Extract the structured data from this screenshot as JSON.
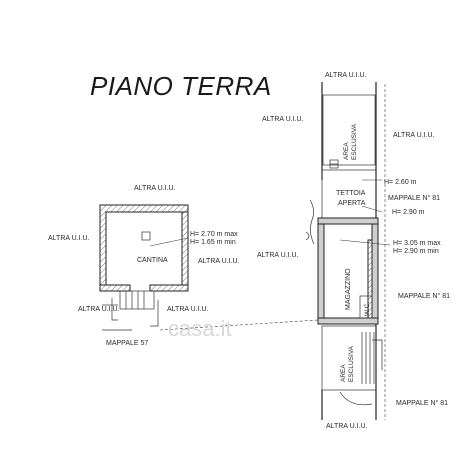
{
  "title": "PIANO TERRA",
  "labels": {
    "altra_uiu": "ALTRA U.I.U.",
    "area_esclusiva_line1": "AREA",
    "area_esclusiva_line2": "ESCLUSIVA",
    "tettoia_line1": "TETTOIA",
    "tettoia_line2": "APERTA",
    "magazzino": "MAGAZZINO",
    "wc": "W.C.",
    "cantina": "CANTINA",
    "mappale_81": "MAPPALE N° 81",
    "mappale_57": "MAPPALE 57",
    "h_tettoia_max": "H= 2.60 m",
    "h_mag_top": "H= 2.90 m",
    "h_mag_max": "H= 3.05 m max",
    "h_mag_min": "H= 2.90 m min",
    "h_cantina_max": "H= 2.70 m max",
    "h_cantina_min": "H= 1.65 m min"
  },
  "watermark": "casa.it",
  "colors": {
    "ink": "#222222",
    "watermark": "#d8d8d8",
    "background": "#ffffff"
  }
}
